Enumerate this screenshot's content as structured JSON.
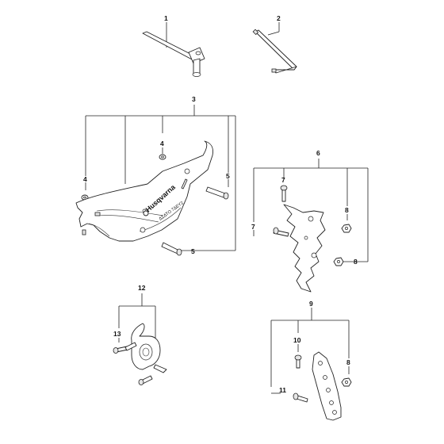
{
  "callouts": {
    "c1": "1",
    "c2": "2",
    "c3": "3",
    "c4a": "4",
    "c4b": "4",
    "c5a": "5",
    "c5b": "5",
    "c6": "6",
    "c7a": "7",
    "c7b": "7",
    "c8a": "8",
    "c8b": "8",
    "c9": "9",
    "c10": "10",
    "c11": "11",
    "c8c": "8",
    "c12": "12",
    "c13": "13"
  },
  "guard_logo_text": "Husqvarna",
  "guard_label_text": "ΔΣΔΤΟ 7ΔΕΥ2"
}
